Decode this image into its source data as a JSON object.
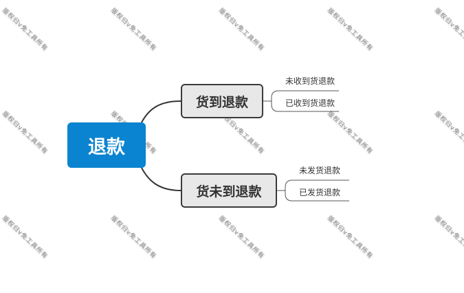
{
  "watermark": {
    "text": "版权归v免工具所有"
  },
  "mindmap": {
    "root": {
      "label": "退款",
      "color": "#0a84d0"
    },
    "branches": [
      {
        "label": "货到退款",
        "children": [
          {
            "label": "未收到货退款"
          },
          {
            "label": "已收到货退款"
          }
        ]
      },
      {
        "label": "货未到退款",
        "children": [
          {
            "label": "未发货退款"
          },
          {
            "label": "已发货退款"
          }
        ]
      }
    ]
  }
}
